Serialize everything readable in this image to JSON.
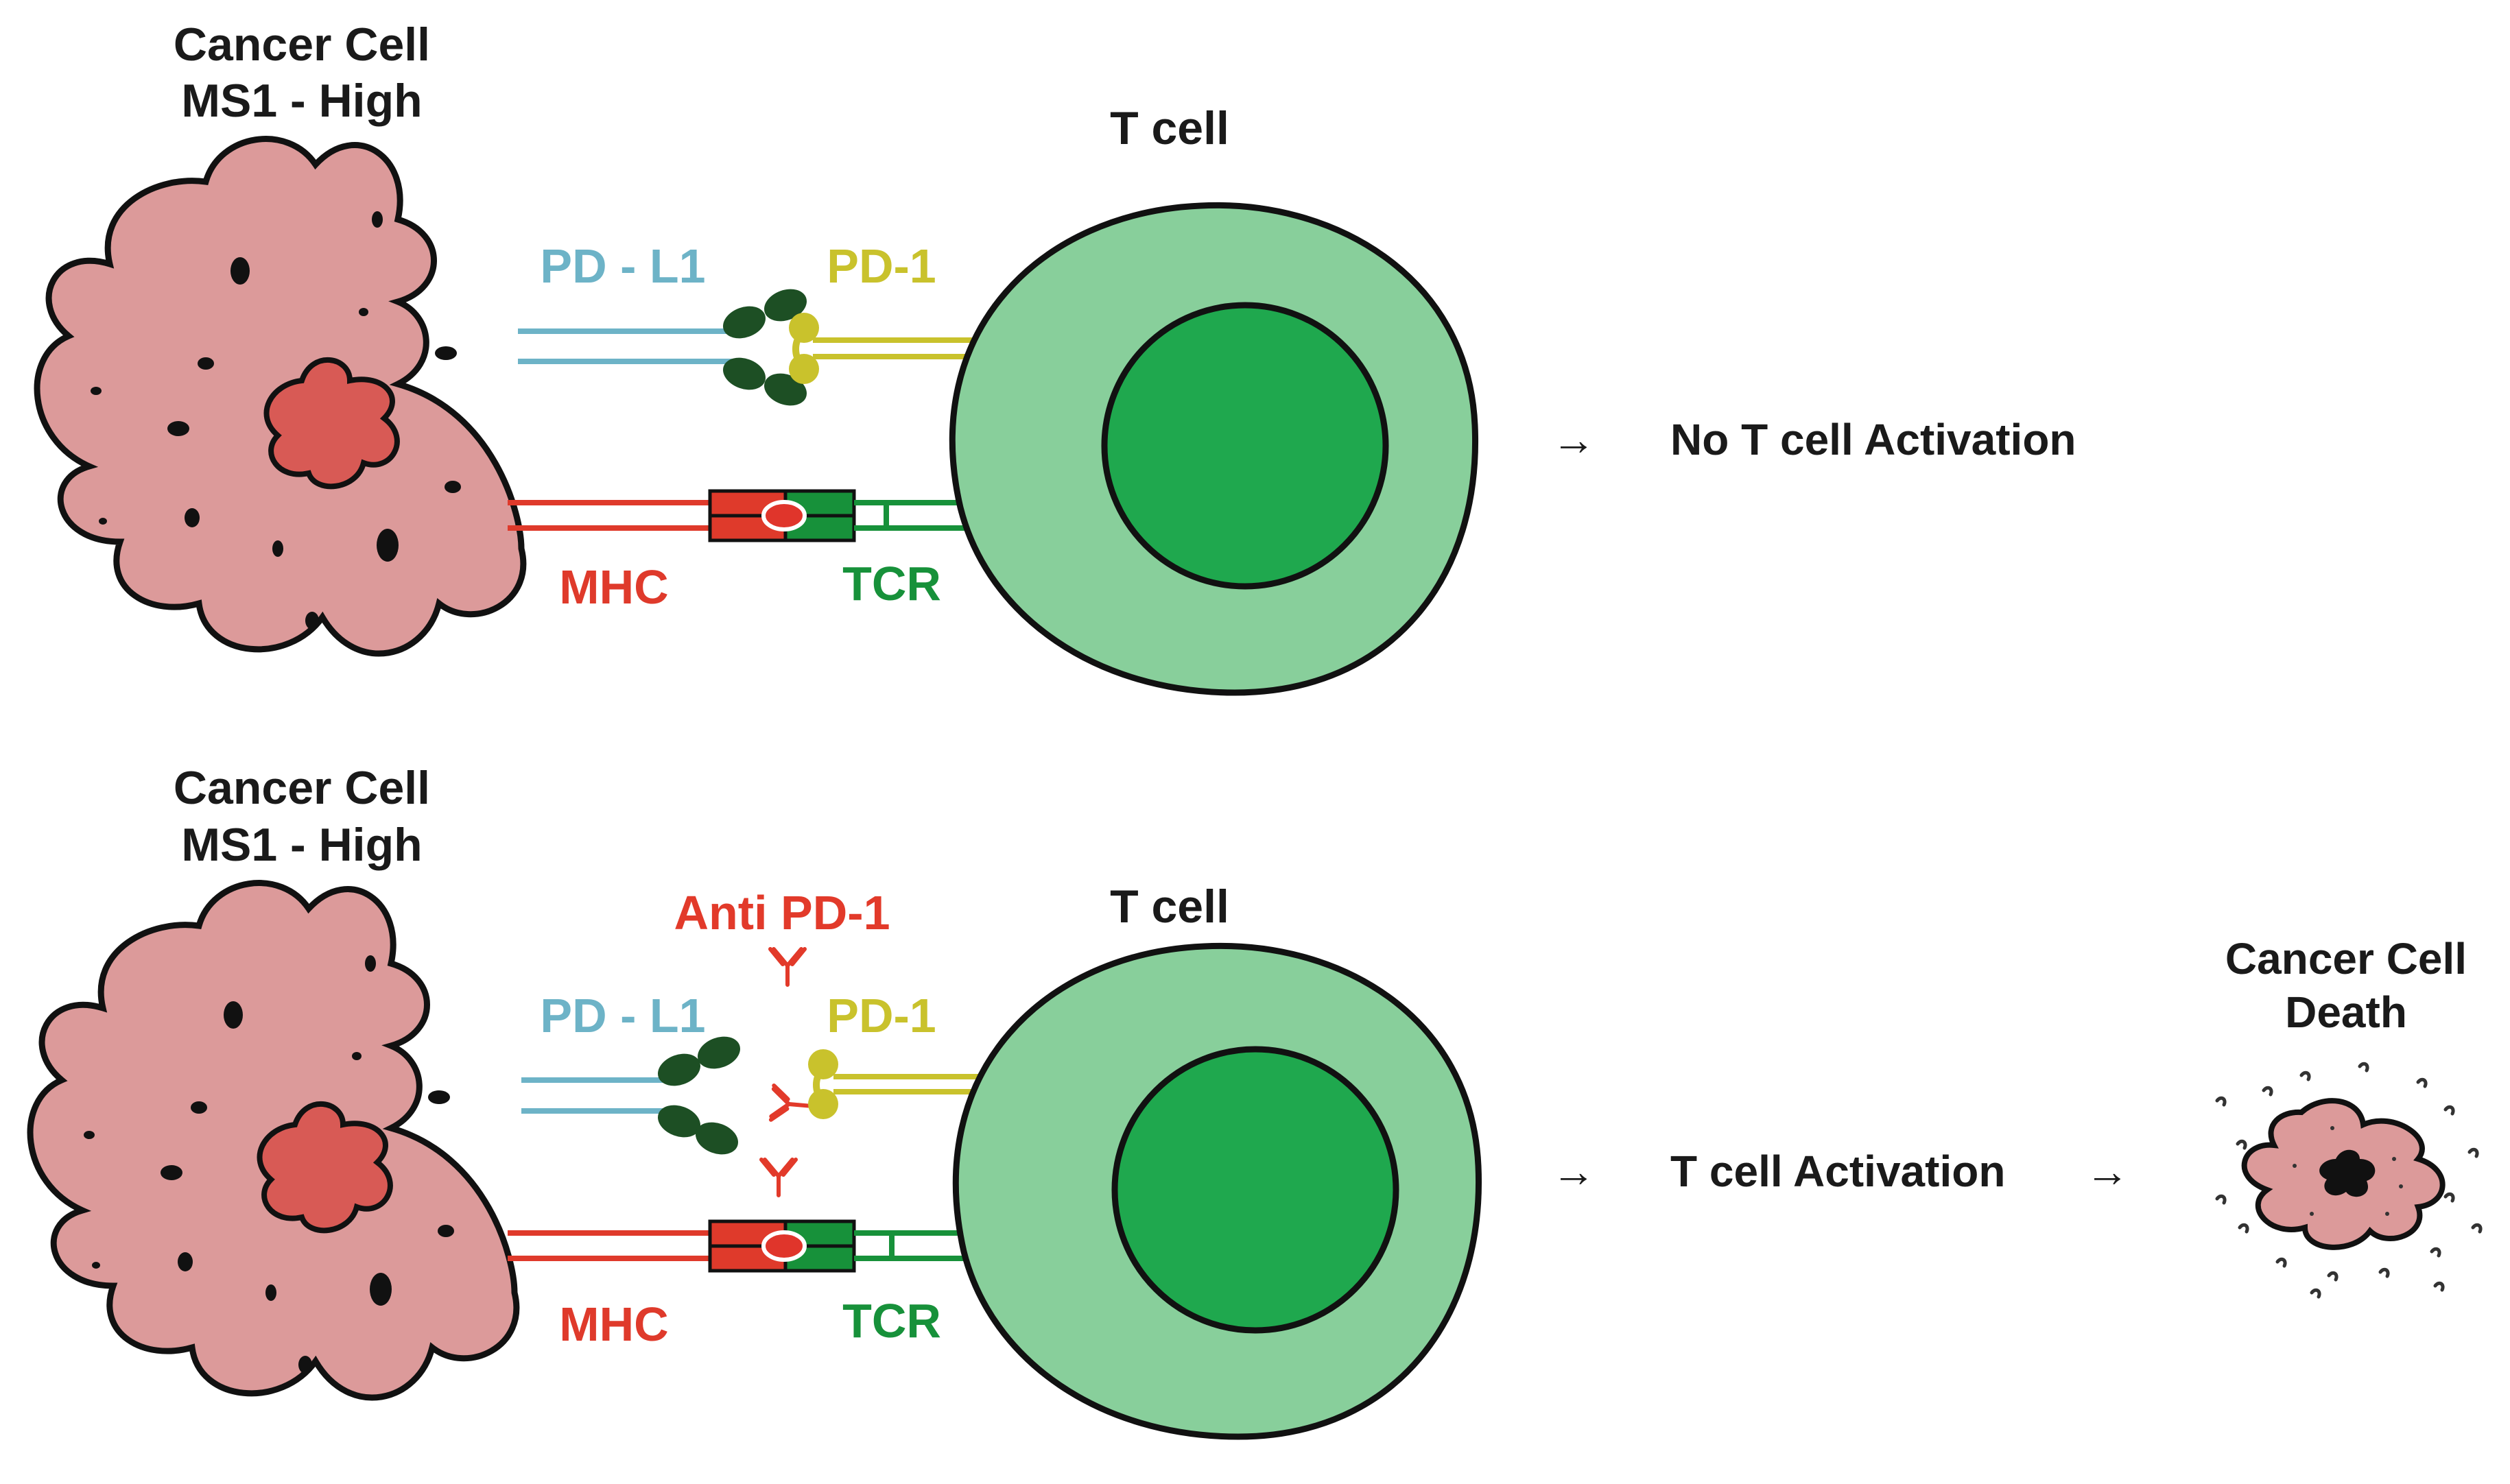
{
  "top": {
    "cancer_cell_line1": "Cancer Cell",
    "cancer_cell_line2": "MS1 - High",
    "t_cell": "T cell",
    "pd_l1": "PD - L1",
    "pd_1": "PD-1",
    "mhc": "MHC",
    "tcr": "TCR",
    "outcome_arrow": "→",
    "outcome": "No T cell Activation"
  },
  "bottom": {
    "cancer_cell_line1": "Cancer Cell",
    "cancer_cell_line2": "MS1 - High",
    "t_cell": "T cell",
    "anti_pd1": "Anti PD-1",
    "pd_l1": "PD - L1",
    "pd_1": "PD-1",
    "mhc": "MHC",
    "tcr": "TCR",
    "outcome_arrow": "→",
    "outcome": "T cell Activation",
    "death_arrow": "→",
    "death_line1": "Cancer Cell",
    "death_line2": "Death"
  },
  "colors": {
    "cancer_cell": "#dc9a9a",
    "cancer_nucleus": "#d85a55",
    "t_cell_cytoplasm": "#88cf9b",
    "t_cell_nucleus": "#1fa84e",
    "pd_l1": "#6db3c7",
    "pd_1": "#c9c22c",
    "pd_l1_binding_domain": "#1d4f24",
    "mhc": "#df3a2b",
    "tcr": "#17913a",
    "anti_pd1": "#e23a2a",
    "outline": "#111111"
  }
}
